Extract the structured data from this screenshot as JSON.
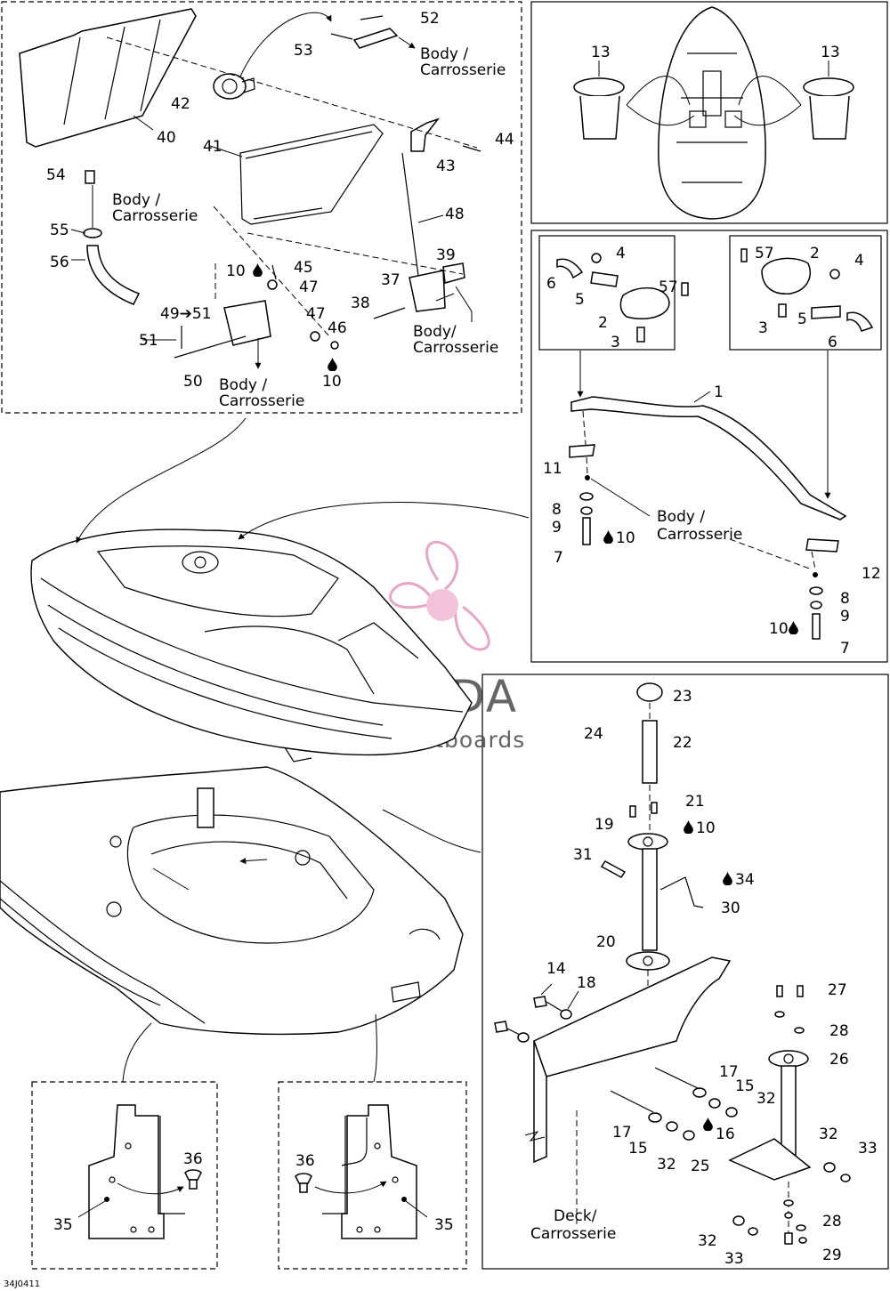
{
  "body_label_line1": "Body /",
  "body_label_line2": "Carrosserie",
  "body_label_alt_line1": "Body/",
  "deck_label_line1": "Deck/",
  "deck_label_line2": "Carrosserie",
  "figure_code": "34J0411",
  "watermark": {
    "brand": "ARMADA",
    "tagline": "marine outboards",
    "logo_colors": {
      "pink": "#e7a6c7",
      "pink_fill": "#f2c3da"
    }
  },
  "arrow_ref": "49➔51",
  "callouts": {
    "c52": "52",
    "c53": "53",
    "c42": "42",
    "c40": "40",
    "c41": "41",
    "c44": "44",
    "c43": "43",
    "c54": "54",
    "c55": "55",
    "c56": "56",
    "c48": "48",
    "c10a": "10",
    "c45": "45",
    "c47a": "47",
    "c47b": "47",
    "c46": "46",
    "c10b": "10",
    "c37": "37",
    "c39": "39",
    "c38": "38",
    "c51": "51",
    "c50": "50",
    "c13a": "13",
    "c13b": "13",
    "c4a": "4",
    "c6a": "6",
    "c5a": "5",
    "c57a": "57",
    "c2a": "2",
    "c3a": "3",
    "c57b": "57",
    "c2b": "2",
    "c4b": "4",
    "c3b": "3",
    "c5b": "5",
    "c6b": "6",
    "c1": "1",
    "c11": "11",
    "c8a": "8",
    "c9a": "9",
    "c10c": "10",
    "c7a": "7",
    "c12": "12",
    "c8b": "8",
    "c9b": "9",
    "c10d": "10",
    "c7b": "7",
    "c23": "23",
    "c24": "24",
    "c22": "22",
    "c21": "21",
    "c19": "19",
    "c10e": "10",
    "c31": "31",
    "c34": "34",
    "c30": "30",
    "c20": "20",
    "c14": "14",
    "c18": "18",
    "c27": "27",
    "c28a": "28",
    "c26": "26",
    "c17a": "17",
    "c15a": "15",
    "c32a": "32",
    "c17b": "17",
    "c16": "16",
    "c15b": "15",
    "c32b": "32",
    "c25": "25",
    "c32c": "32",
    "c33a": "33",
    "c28b": "28",
    "c32d": "32",
    "c33b": "33",
    "c29": "29",
    "c36a": "36",
    "c35a": "35",
    "c36b": "36",
    "c35b": "35"
  }
}
